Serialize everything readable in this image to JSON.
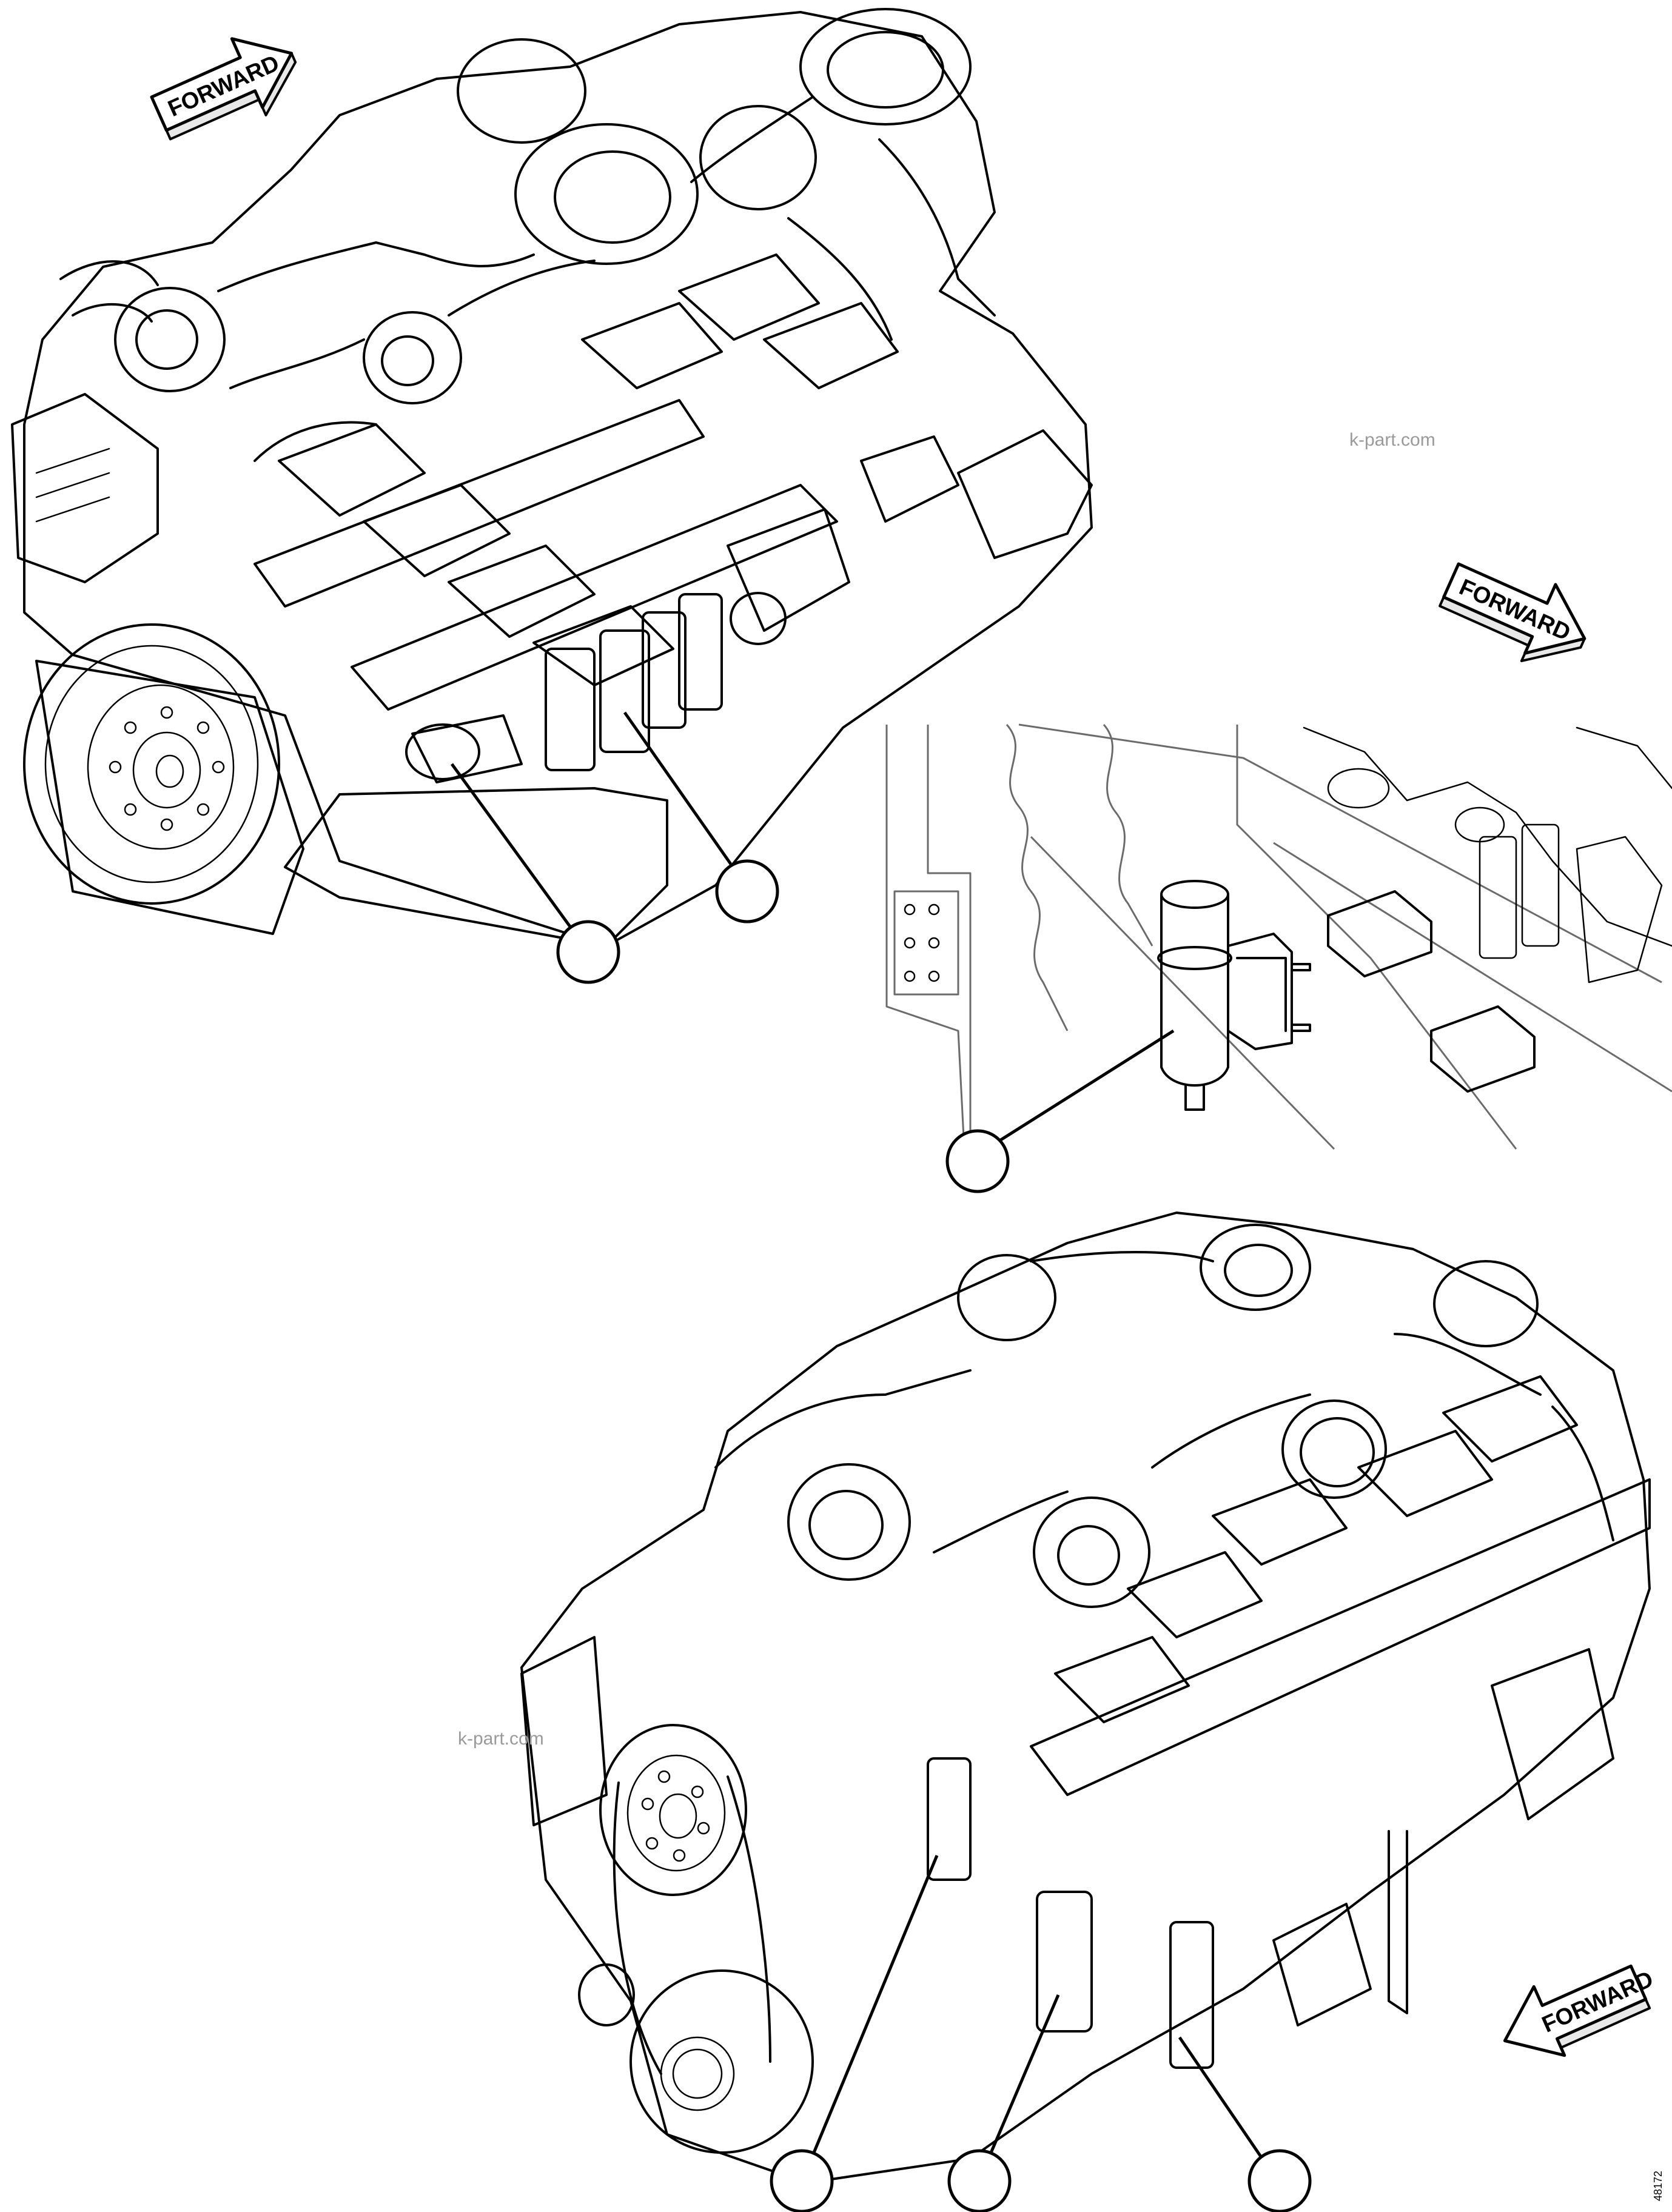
{
  "arrows": {
    "forward_1": "FORWARD",
    "forward_2": "FORWARD",
    "forward_3": "FORWARD"
  },
  "watermarks": {
    "wm_1": "k-part.com",
    "wm_2": "k-part.com"
  },
  "figure_id": "48172",
  "icons": {
    "arrow": "forward-arrow-icon",
    "callout": "callout-circle-icon"
  },
  "colors": {
    "ink": "#000000",
    "background": "#ffffff",
    "watermark": "#9a9a9a"
  }
}
